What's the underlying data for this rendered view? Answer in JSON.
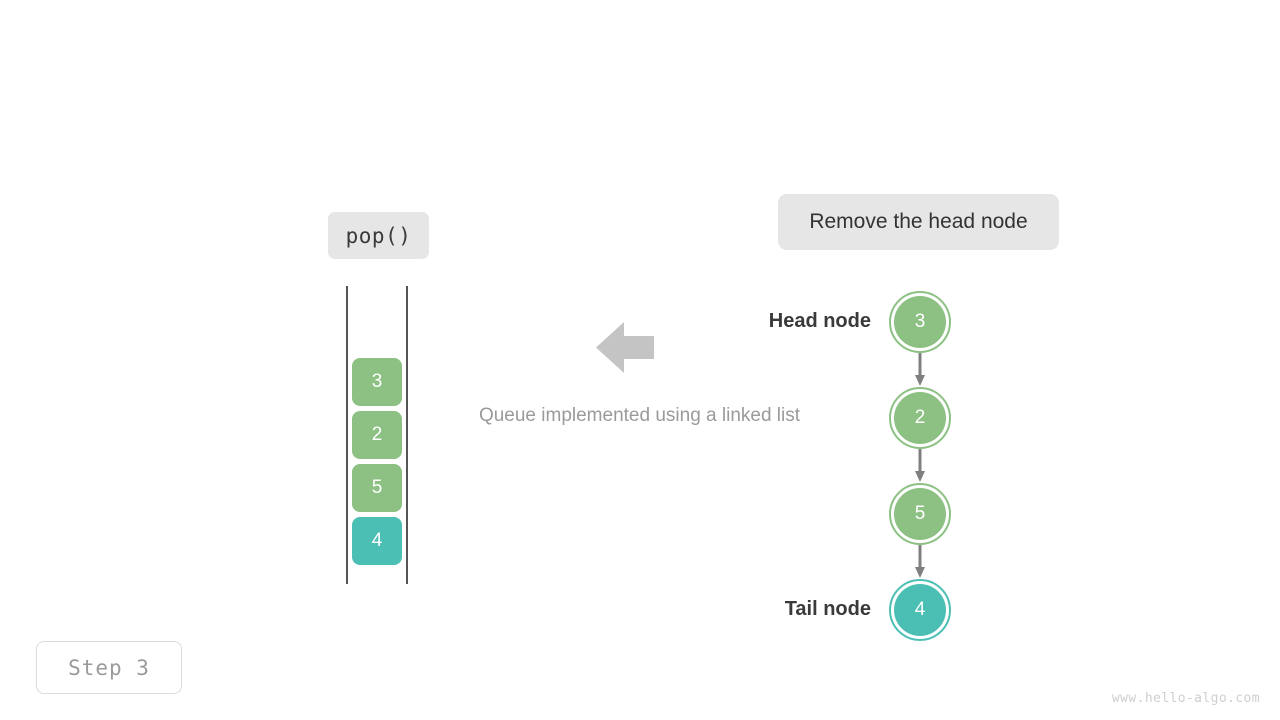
{
  "operation": {
    "label": "pop()"
  },
  "action": {
    "label": "Remove the head node"
  },
  "caption": {
    "text": "Queue implemented using a linked list"
  },
  "queue": {
    "cells": [
      {
        "value": "3",
        "color": "#8cc183"
      },
      {
        "value": "2",
        "color": "#8cc183"
      },
      {
        "value": "5",
        "color": "#8cc183"
      },
      {
        "value": "4",
        "color": "#4cbfb4"
      }
    ]
  },
  "linked_list": {
    "head_label": "Head node",
    "tail_label": "Tail node",
    "nodes": [
      {
        "value": "3",
        "color": "#8cc183"
      },
      {
        "value": "2",
        "color": "#8cc183"
      },
      {
        "value": "5",
        "color": "#8cc183"
      },
      {
        "value": "4",
        "color": "#4cbfb4"
      }
    ],
    "arrow_color": "#808080"
  },
  "transform_arrow": {
    "direction": "left",
    "color": "#c4c4c4"
  },
  "step": {
    "label": "Step  3"
  },
  "watermark": {
    "text": "www.hello-algo.com"
  },
  "colors": {
    "green": "#8cc183",
    "teal": "#4cbfb4",
    "pill_bg": "#e6e6e6",
    "rail": "#555555",
    "caption_gray": "#9a9a9a"
  }
}
